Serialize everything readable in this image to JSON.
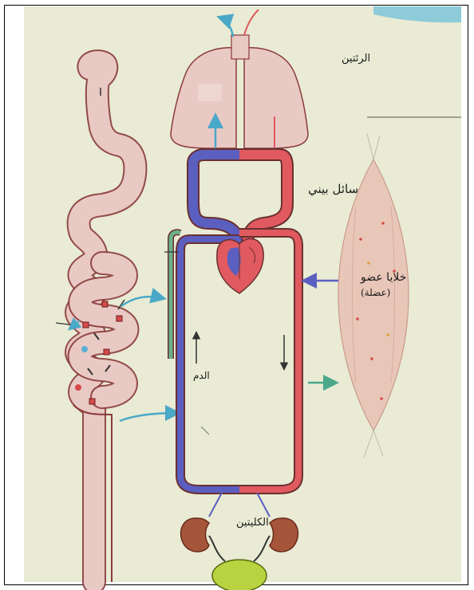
{
  "labels": {
    "lungs": "الرئتين",
    "interstitial_fluid": "سائل بيني",
    "organ_cells_line1": "خلايا عضو",
    "organ_cells_line2": "(عضلة)",
    "blood": "الدم",
    "kidneys": "الكليتين"
  },
  "colors": {
    "background": "#e9ebd4",
    "organ_pink": "#e9c9c4",
    "outline": "#8a3a3a",
    "oxygen_poor_blue": "#5b5fc0",
    "oxygen_rich_red": "#e05a5f",
    "arrow_cyan": "#4aa8c8",
    "lymph_green": "#6bb08b",
    "kidney_brown": "#a4553a",
    "bladder_green": "#b9d23f"
  }
}
